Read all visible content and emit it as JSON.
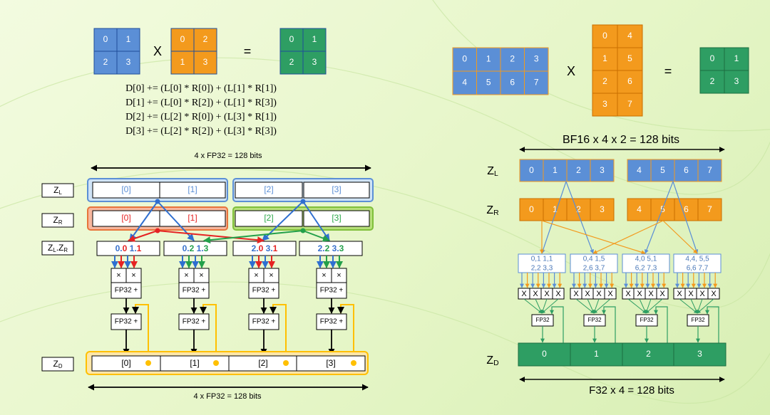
{
  "colors": {
    "blue": "#5b8fd6",
    "orange": "#f39a1d",
    "green": "#2e9e63",
    "red": "#e52323",
    "gold": "#ffc000",
    "lightgreen": "#b7e07a",
    "pink": "#f7b79e",
    "lightblue": "#cfe3f6",
    "gbox": "#8fd05a"
  },
  "left": {
    "matL": [
      "0",
      "1",
      "2",
      "3"
    ],
    "matR": [
      "0",
      "2",
      "1",
      "3"
    ],
    "matD": [
      "0",
      "1",
      "2",
      "3"
    ],
    "times": "X",
    "equals": "=",
    "equations": [
      "D[0] += (L[0] * R[0]) + (L[1] * R[1])",
      "D[1] += (L[0] * R[2]) + (L[1] * R[3])",
      "D[2] += (L[2] * R[0]) + (L[3] * R[1])",
      "D[3] += (L[2] * R[2]) + (L[3] * R[3])"
    ],
    "width_top": "4 x FP32 = 128 bits",
    "width_bottom": "4 x FP32 = 128 bits",
    "row_labels": {
      "zl": "Z",
      "zl_sub": "L",
      "zr": "Z",
      "zr_sub": "R",
      "zlzr": "Z",
      "zlzr_sub": "L",
      "zlzr_mid": ".Z",
      "zlzr_sub2": "R",
      "zd": "Z",
      "zd_sub": "D"
    },
    "zl_cells": [
      "[0]",
      "[1]",
      "[2]",
      "[3]"
    ],
    "zr_cells": [
      "[0]",
      "[1]",
      "[2]",
      "[3]"
    ],
    "prod_cells": [
      [
        "0.0",
        "1.1"
      ],
      [
        "0.2",
        "1.3"
      ],
      [
        "2.0",
        "3.1"
      ],
      [
        "2.2",
        "3.3"
      ]
    ],
    "mul": "×",
    "fp_add": "FP32 +",
    "zd_cells": [
      "[0]",
      "[1]",
      "[2]",
      "[3]"
    ]
  },
  "right": {
    "matL": [
      "0",
      "1",
      "2",
      "3",
      "4",
      "5",
      "6",
      "7"
    ],
    "matR": [
      "0",
      "4",
      "1",
      "5",
      "2",
      "6",
      "3",
      "7"
    ],
    "matD": [
      "0",
      "1",
      "2",
      "3"
    ],
    "times": "X",
    "equals": "=",
    "width_top": "BF16 x 4 x 2 = 128 bits",
    "width_bottom": "F32 x 4 = 128 bits",
    "zl_label": "Z",
    "zl_sub": "L",
    "zr_label": "Z",
    "zr_sub": "R",
    "zd_label": "Z",
    "zd_sub": "D",
    "zl_cells": [
      "0",
      "1",
      "2",
      "3",
      "4",
      "5",
      "6",
      "7"
    ],
    "zr_cells": [
      "0",
      "1",
      "2",
      "3",
      "4",
      "5",
      "6",
      "7"
    ],
    "pair_top": [
      "0,1 1,1",
      "0,4 1,5",
      "4,0 5,1",
      "4,4, 5,5"
    ],
    "pair_bot": [
      "2,2 3,3",
      "2,6 3,7",
      "6,2 7,3",
      "6,6 7,7"
    ],
    "x_mark": "X",
    "fp32": "FP32",
    "zd_cells": [
      "0",
      "1",
      "2",
      "3"
    ]
  }
}
